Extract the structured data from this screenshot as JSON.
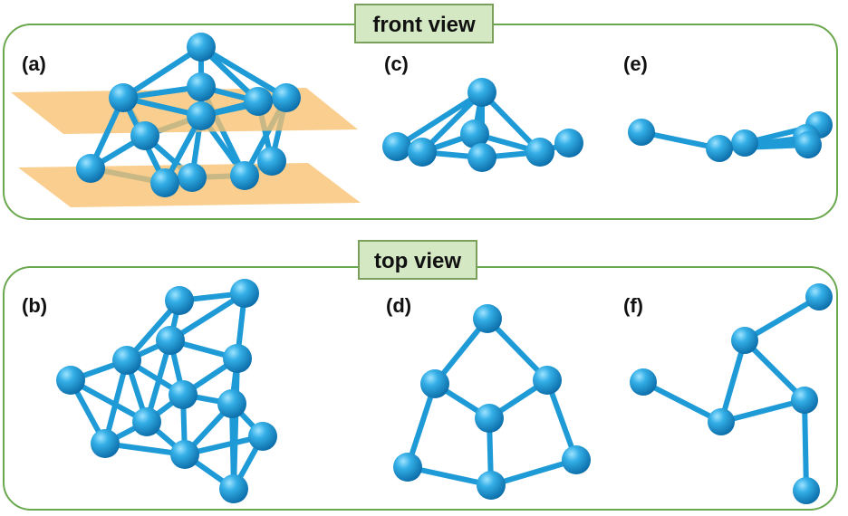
{
  "sections": {
    "front": {
      "title": "front view"
    },
    "top": {
      "title": "top view"
    }
  },
  "panels": {
    "a": "(a)",
    "b": "(b)",
    "c": "(c)",
    "d": "(d)",
    "e": "(e)",
    "f": "(f)"
  },
  "colors": {
    "atom": "#1e9ad6",
    "atom_highlight": "#7fd2f5",
    "bond": "#1e9ad6",
    "plane": "#f7c06e",
    "frame_border": "#6aa84f",
    "title_box_fill": "#d5e8c4",
    "title_box_border": "#7aa05b"
  }
}
